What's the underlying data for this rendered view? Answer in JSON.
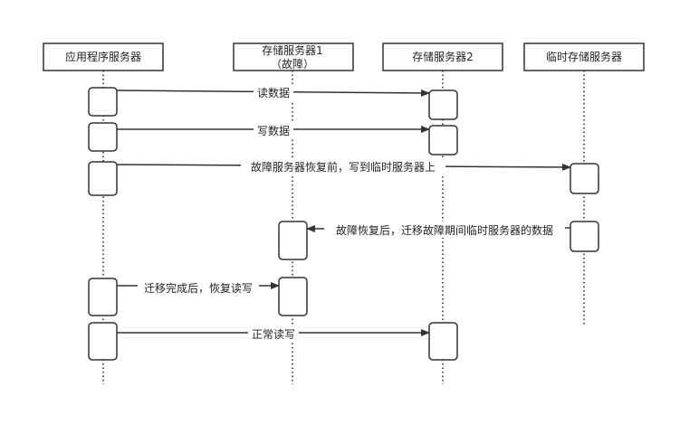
{
  "participants": [
    {
      "id": "app",
      "lines": [
        "应用程序服务器"
      ]
    },
    {
      "id": "s1",
      "lines": [
        "存储服务器1",
        "（故障）"
      ]
    },
    {
      "id": "s2",
      "lines": [
        "存储服务器2"
      ]
    },
    {
      "id": "tmp",
      "lines": [
        "临时存储服务器"
      ]
    }
  ],
  "messages": [
    {
      "from": "app",
      "to": "s2",
      "label": "读数据"
    },
    {
      "from": "app",
      "to": "s2",
      "label": "写数据"
    },
    {
      "from": "app",
      "to": "tmp",
      "label": "故障服务器恢复前，写到临时服务器上"
    },
    {
      "from": "tmp",
      "to": "s1",
      "label": "故障恢复后，迁移故障期间临时服务器的数据"
    },
    {
      "from": "app",
      "to": "s1",
      "label": "迁移完成后，恢复读写"
    },
    {
      "from": "app",
      "to": "s2",
      "label": "正常读写"
    }
  ]
}
